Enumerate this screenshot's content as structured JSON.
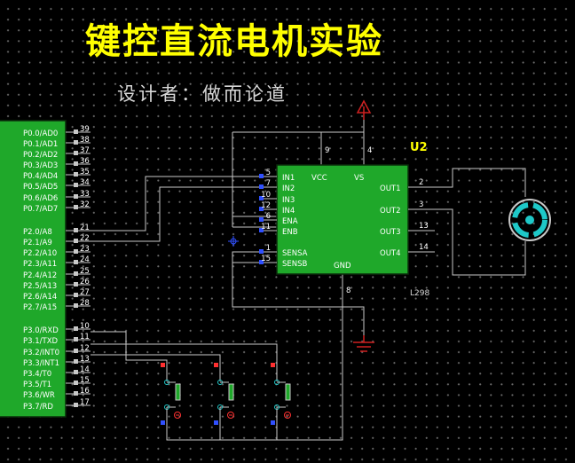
{
  "page": {
    "title": "键控直流电机实验",
    "subtitle": "设计者：做而论道"
  },
  "mcu": {
    "ports": [
      {
        "label": "P0.0/AD0",
        "pin": "39"
      },
      {
        "label": "P0.1/AD1",
        "pin": "38"
      },
      {
        "label": "P0.2/AD2",
        "pin": "37"
      },
      {
        "label": "P0.3/AD3",
        "pin": "36"
      },
      {
        "label": "P0.4/AD4",
        "pin": "35"
      },
      {
        "label": "P0.5/AD5",
        "pin": "34"
      },
      {
        "label": "P0.6/AD6",
        "pin": "33"
      },
      {
        "label": "P0.7/AD7",
        "pin": "32"
      },
      {
        "label": "P2.0/A8",
        "pin": "21"
      },
      {
        "label": "P2.1/A9",
        "pin": "22"
      },
      {
        "label": "P2.2/A10",
        "pin": "23"
      },
      {
        "label": "P2.3/A11",
        "pin": "24"
      },
      {
        "label": "P2.4/A12",
        "pin": "25"
      },
      {
        "label": "P2.5/A13",
        "pin": "26"
      },
      {
        "label": "P2.6/A14",
        "pin": "27"
      },
      {
        "label": "P2.7/A15",
        "pin": "28"
      },
      {
        "label": "P3.0/RXD",
        "pin": "10"
      },
      {
        "label": "P3.1/TXD",
        "pin": "11"
      },
      {
        "label": "P3.2/INT0",
        "pin": "12"
      },
      {
        "label": "P3.3/INT1",
        "pin": "13"
      },
      {
        "label": "P3.4/T0",
        "pin": "14"
      },
      {
        "label": "P3.5/T1",
        "pin": "15"
      },
      {
        "label": "P3.6/WR",
        "pin": "16"
      },
      {
        "label": "P3.7/RD",
        "pin": "17"
      }
    ]
  },
  "driver": {
    "ref": "U2",
    "part": "L298",
    "left_pins": [
      {
        "label": "IN1",
        "pin": "5"
      },
      {
        "label": "IN2",
        "pin": "7"
      },
      {
        "label": "IN3",
        "pin": "10"
      },
      {
        "label": "IN4",
        "pin": "12"
      },
      {
        "label": "ENA",
        "pin": "6"
      },
      {
        "label": "ENB",
        "pin": "11"
      },
      {
        "label": "SENSA",
        "pin": "1"
      },
      {
        "label": "SENSB",
        "pin": "15"
      }
    ],
    "right_pins": [
      {
        "label": "OUT1",
        "pin": "2"
      },
      {
        "label": "OUT2",
        "pin": "3"
      },
      {
        "label": "OUT3",
        "pin": "13"
      },
      {
        "label": "OUT4",
        "pin": "14"
      }
    ],
    "top_pins": [
      {
        "label": "VCC",
        "pin": "9"
      },
      {
        "label": "VS",
        "pin": "4"
      }
    ],
    "bottom_pins": [
      {
        "label": "GND",
        "pin": "8"
      }
    ]
  },
  "colors": {
    "chip_fill": "#1fa82a",
    "chip_border": "#0a2a0a",
    "wire": "#c8c8c8",
    "pin_num": "#ffffff",
    "title": "#ffff00",
    "subtitle": "#d8d8d8",
    "power_red": "#d02020",
    "motor_cyan": "#1ec8c8",
    "pin_blue": "#3050ff",
    "pin_red": "#ff3030"
  },
  "icons": {
    "motor": "motor-icon",
    "power": "power-terminal-icon",
    "ground": "ground-icon",
    "button": "push-button-icon"
  }
}
